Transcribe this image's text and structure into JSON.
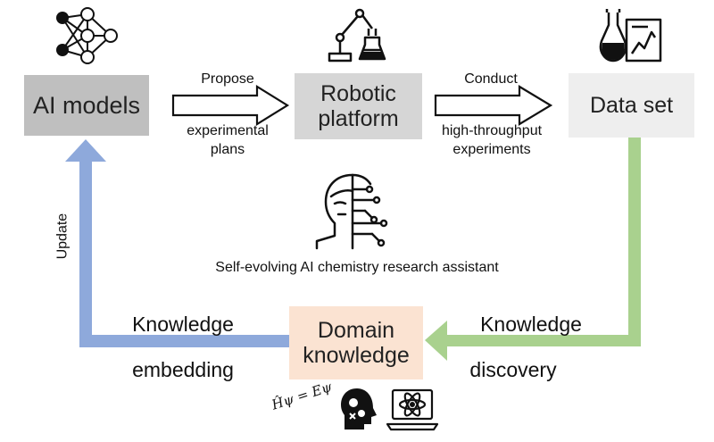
{
  "boxes": {
    "ai_models": "AI models",
    "robotic_line1": "Robotic",
    "robotic_line2": "platform",
    "data_set": "Data set",
    "domain_line1": "Domain",
    "domain_line2": "knowledge"
  },
  "arrows": {
    "propose_top": "Propose",
    "propose_bottom_1": "experimental",
    "propose_bottom_2": "plans",
    "conduct_top": "Conduct",
    "conduct_bottom_1": "high-throughput",
    "conduct_bottom_2": "experiments",
    "update": "Update",
    "embed_top": "Knowledge",
    "embed_bottom": "embedding",
    "discovery_top": "Knowledge",
    "discovery_bottom": "discovery"
  },
  "center_caption": "Self-evolving AI chemistry research assistant",
  "equation": "Ĥψ = Eψ",
  "colors": {
    "blue_arrow": "#8ea9db",
    "green_arrow": "#a9d18e",
    "ai_box": "#bfbfbf",
    "robot_box": "#d6d6d6",
    "data_box": "#eeeeee",
    "domain_box": "#fbe3d2"
  },
  "icons": [
    "neural-network-icon",
    "robot-arm-icon",
    "lab-flask-chart-icon",
    "ai-head-circuit-icon",
    "head-gears-icon",
    "laptop-molecule-icon"
  ]
}
